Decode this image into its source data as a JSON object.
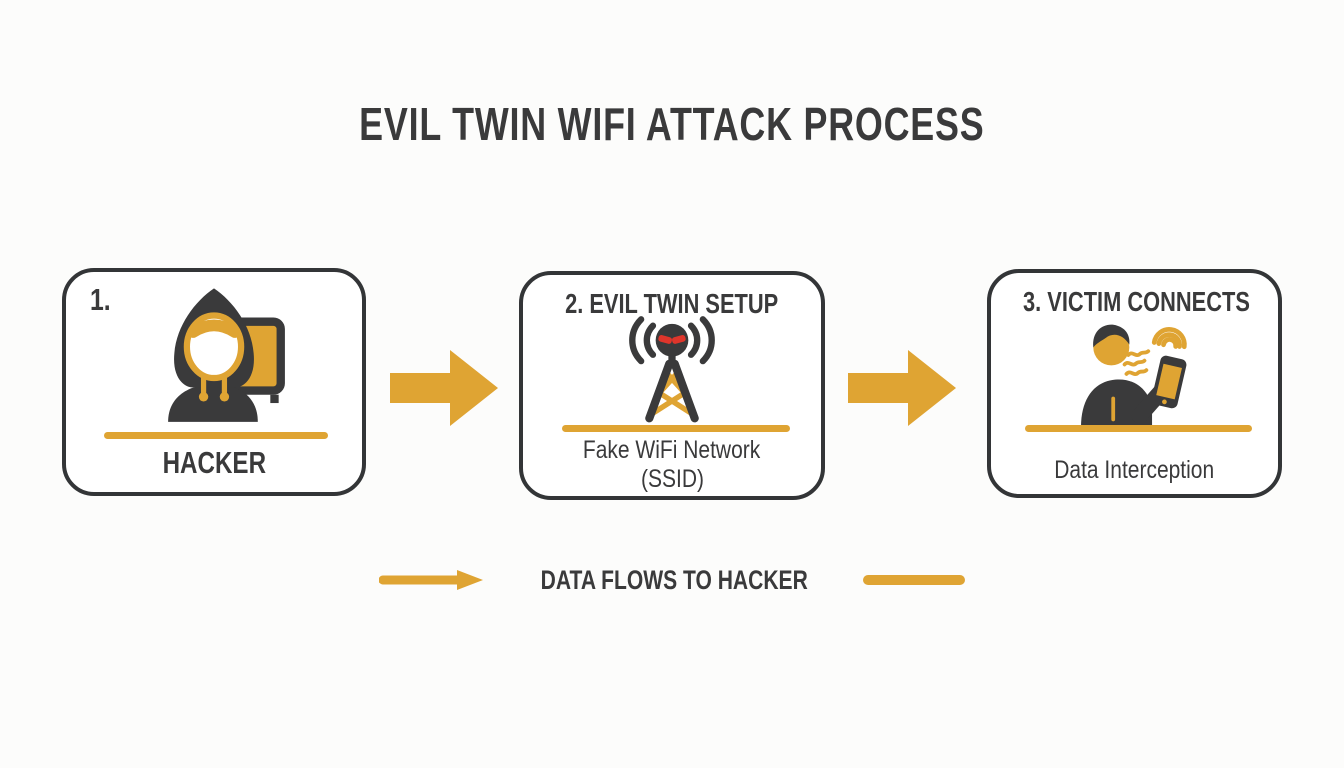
{
  "title": "EVIL TWIN WIFI ATTACK PROCESS",
  "colors": {
    "gold": "#DFA433",
    "dark": "#3A3A3B",
    "red": "#DF352B",
    "border": "#333537",
    "bg": "#FCFCFB"
  },
  "steps": [
    {
      "number": "1.",
      "heading": "",
      "caption": "HACKER",
      "icon": "hooded-hacker-icon"
    },
    {
      "number": "2.",
      "heading": "2. EVIL TWIN SETUP",
      "caption": "Fake WiFi Network",
      "caption2": "(SSID)",
      "icon": "evil-antenna-tower-icon"
    },
    {
      "number": "3.",
      "heading": "3. VICTIM CONNECTS",
      "caption": "Data Interception",
      "icon": "victim-smartphone-icon"
    }
  ],
  "footer": {
    "label": "DATA FLOWS TO HACKER"
  }
}
